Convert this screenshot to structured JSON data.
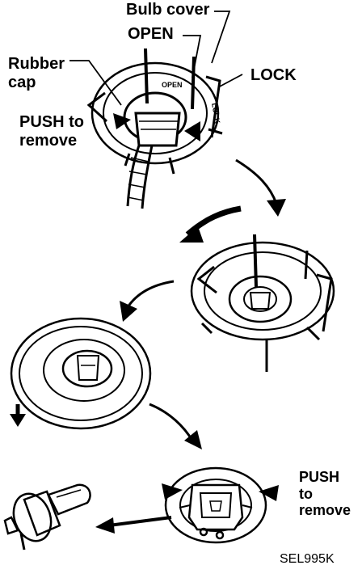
{
  "labels": {
    "bulb_cover": "Bulb cover",
    "open": "OPEN",
    "rubber_cap": "Rubber\ncap",
    "lock": "LOCK",
    "push_remove_left": "PUSH to\nremove",
    "push_remove_right": "PUSH\nto\nremove",
    "figure_code": "SEL995K"
  },
  "inscriptions": {
    "open_small": "OPEN",
    "lock_small": "LOCK"
  },
  "colors": {
    "ink": "#000000",
    "paper": "#ffffff"
  }
}
